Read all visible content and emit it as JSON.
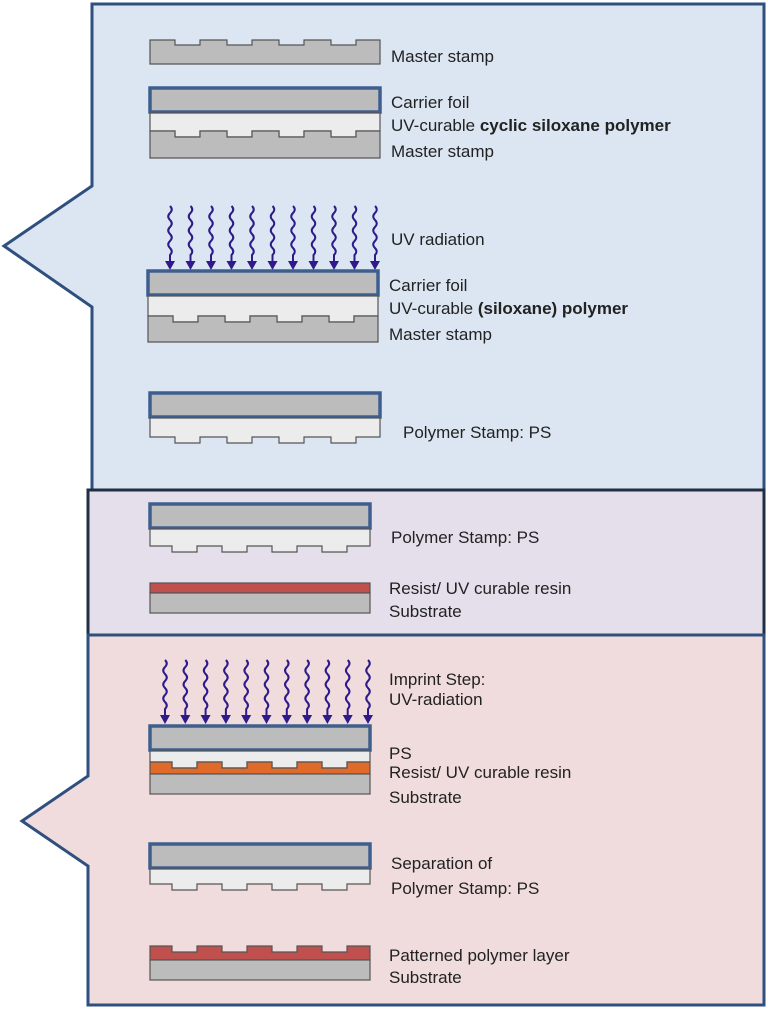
{
  "colors": {
    "panel_top_fill": "#dce6f2",
    "panel_mid_fill": "#e4dfeb",
    "panel_bottom_fill": "#f0dcdc",
    "panel_border": "#2f4f7f",
    "panel_mid_border": "#1f2f45",
    "stamp_gray": "#bcbcbc",
    "polymer_light": "#ececec",
    "carrier_border": "#3e5f8e",
    "resist_red": "#c0504d",
    "resist_orange": "#e06a2a",
    "uv_arrow": "#2e1a8a"
  },
  "section_top": {
    "master_stamp": "Master stamp",
    "step2": {
      "carrier": "Carrier foil",
      "polymer_prefix": "UV-curable ",
      "polymer_bold": "cyclic siloxane polymer",
      "master": "Master stamp"
    },
    "step3": {
      "uv": "UV radiation",
      "carrier": "Carrier foil",
      "polymer_prefix": "UV-curable ",
      "polymer_bold": "(siloxane) polymer",
      "master": "Master stamp"
    },
    "step4": {
      "label": "Polymer Stamp: PS"
    }
  },
  "section_mid": {
    "stamp": "Polymer Stamp: PS",
    "resist": "Resist/ UV curable resin",
    "substrate": "Substrate"
  },
  "section_bottom": {
    "step1": {
      "imprint_1": "Imprint Step:",
      "imprint_2": "UV-radiation",
      "ps": "PS",
      "resist": "Resist/ UV curable resin",
      "substrate": "Substrate"
    },
    "step2": {
      "sep_1": "Separation of",
      "sep_2": "Polymer Stamp: PS"
    },
    "step3": {
      "patterned": "Patterned polymer layer",
      "substrate": "Substrate"
    }
  }
}
